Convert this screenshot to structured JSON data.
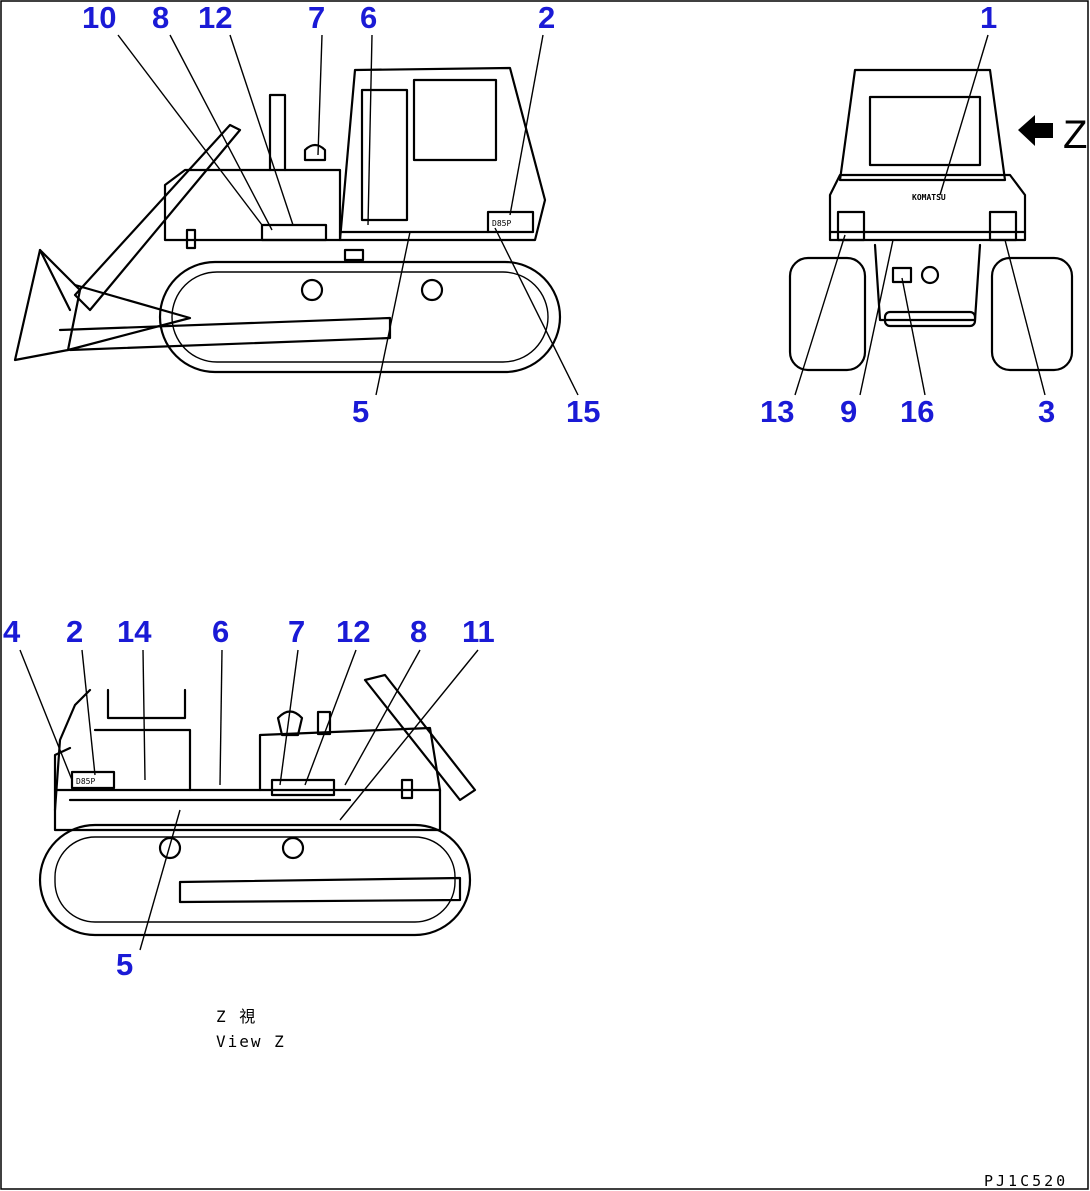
{
  "callouts": {
    "side_left": [
      "10",
      "8",
      "12",
      "7",
      "6",
      "2",
      "5",
      "15"
    ],
    "rear": [
      "1",
      "13",
      "9",
      "16",
      "3"
    ],
    "view_z": [
      "4",
      "2",
      "14",
      "6",
      "7",
      "12",
      "8",
      "11",
      "5"
    ]
  },
  "view_arrow_label": "Z",
  "caption": {
    "line1": "Z 視",
    "line2": "View Z"
  },
  "decal_text": {
    "model_plate": "D85P",
    "brand": "KOMATSU"
  },
  "drawing_code": "PJ1C520",
  "colors": {
    "callout": "#1a1ad6",
    "line": "#000000"
  }
}
